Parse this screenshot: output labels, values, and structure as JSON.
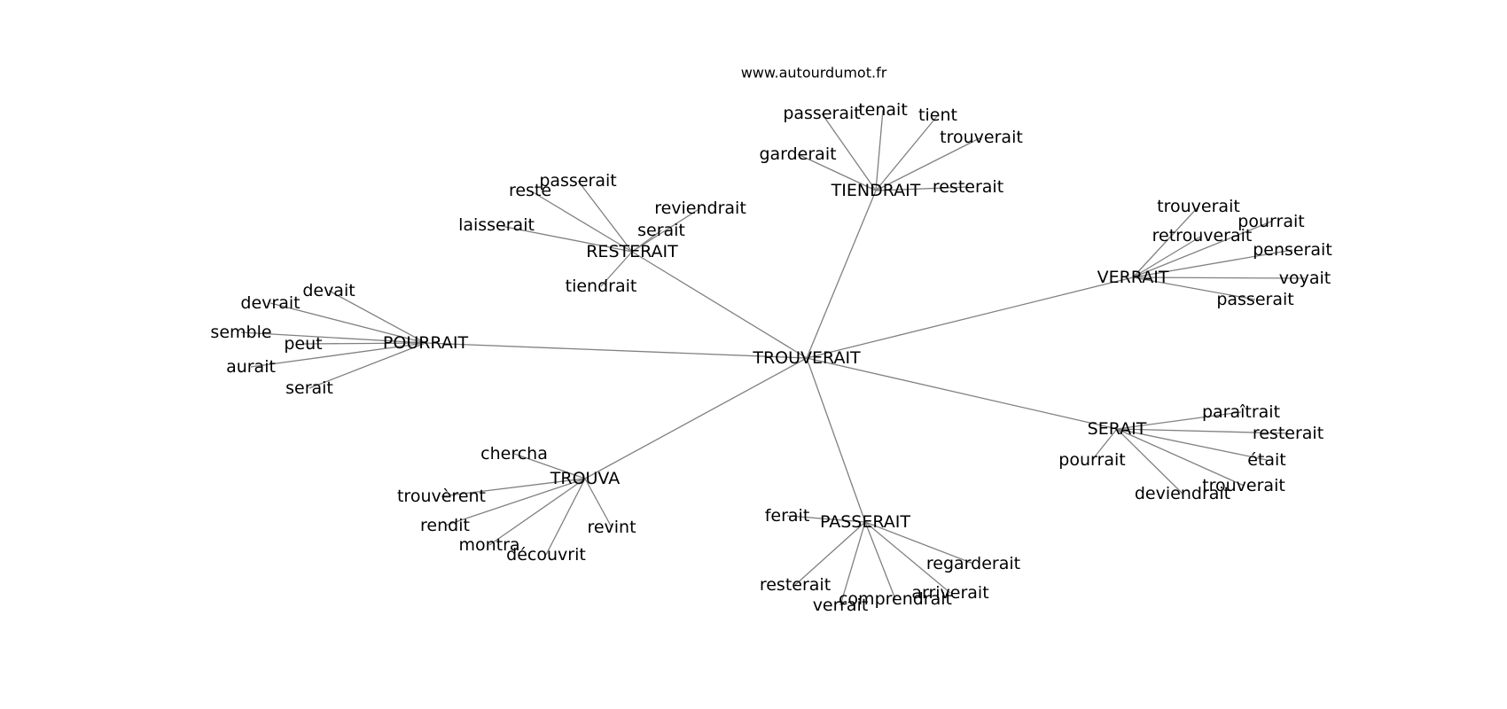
{
  "site": "www.autourdumot.fr",
  "center": "TROUVERAIT",
  "clusters": [
    {
      "hub": "TIENDRAIT",
      "leaves": [
        "garderait",
        "passerait",
        "tenait",
        "tient",
        "trouverait",
        "resterait"
      ]
    },
    {
      "hub": "RESTERAIT",
      "leaves": [
        "laisserait",
        "reste",
        "passerait",
        "reviendrait",
        "serait",
        "tiendrait"
      ]
    },
    {
      "hub": "VERRAIT",
      "leaves": [
        "trouverait",
        "pourrait",
        "retrouverait",
        "penserait",
        "voyait",
        "passerait"
      ]
    },
    {
      "hub": "POURRAIT",
      "leaves": [
        "devait",
        "devrait",
        "semble",
        "peut",
        "aurait",
        "serait"
      ]
    },
    {
      "hub": "SERAIT",
      "leaves": [
        "paraîtrait",
        "resterait",
        "était",
        "trouverait",
        "deviendrait",
        "pourrait"
      ]
    },
    {
      "hub": "TROUVA",
      "leaves": [
        "chercha",
        "trouvèrent",
        "rendit",
        "montra",
        "découvrit",
        "revint"
      ]
    },
    {
      "hub": "PASSERAIT",
      "leaves": [
        "ferait",
        "regarderait",
        "arriverait",
        "comprendrait",
        "verrait",
        "resterait"
      ]
    }
  ]
}
